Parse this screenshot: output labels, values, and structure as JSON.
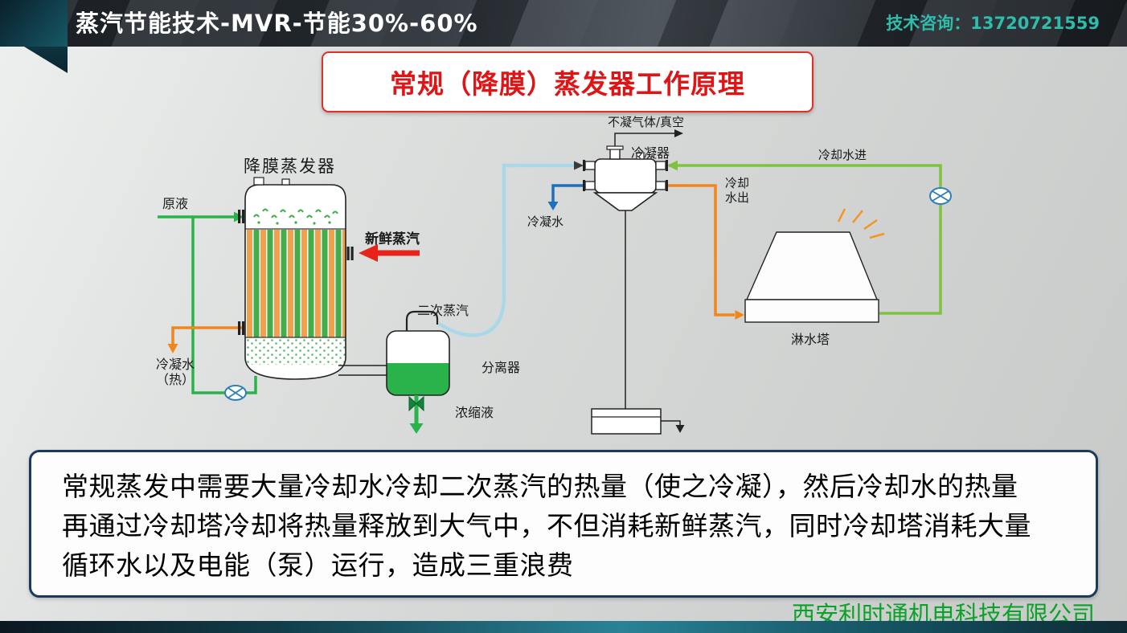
{
  "header": {
    "title": "蒸汽节能技术-MVR-节能30%-60%",
    "contact": "技术咨询：13720721559"
  },
  "title_box": {
    "text": "常规（降膜）蒸发器工作原理"
  },
  "diagram": {
    "labels": {
      "evaporator": "降膜蒸发器",
      "raw_liquid": "原液",
      "fresh_steam": "新鲜蒸汽",
      "condensate_hot_1": "冷凝水",
      "condensate_hot_2": "（热）",
      "secondary_steam": "二次蒸汽",
      "separator": "分离器",
      "concentrate": "浓缩液",
      "noncondensable": "不凝气体/真空",
      "condenser": "冷凝器",
      "condensate": "冷凝水",
      "cooling_in": "冷却水进",
      "cooling_out_1": "冷却",
      "cooling_out_2": "水出",
      "spray_tower": "淋水塔"
    },
    "colors": {
      "process_green": "#2ab34b",
      "cooling_green": "#7fc241",
      "orange": "#f0861c",
      "red": "#e8231a",
      "cyan": "#a9d9e9",
      "blue": "#1e6fc0",
      "tube_orange": "#efa14e",
      "tube_green": "#43ad49"
    }
  },
  "body": {
    "lines": [
      "常规蒸发中需要大量冷却水冷却二次蒸汽的热量（使之冷凝），然后冷却水的热量",
      "再通过冷却塔冷却将热量释放到大气中，不但消耗新鲜蒸汽，同时冷却塔消耗大量",
      "循环水以及电能（泵）运行，造成三重浪费"
    ]
  },
  "footer": {
    "company": "西安利时通机电科技有限公司"
  }
}
